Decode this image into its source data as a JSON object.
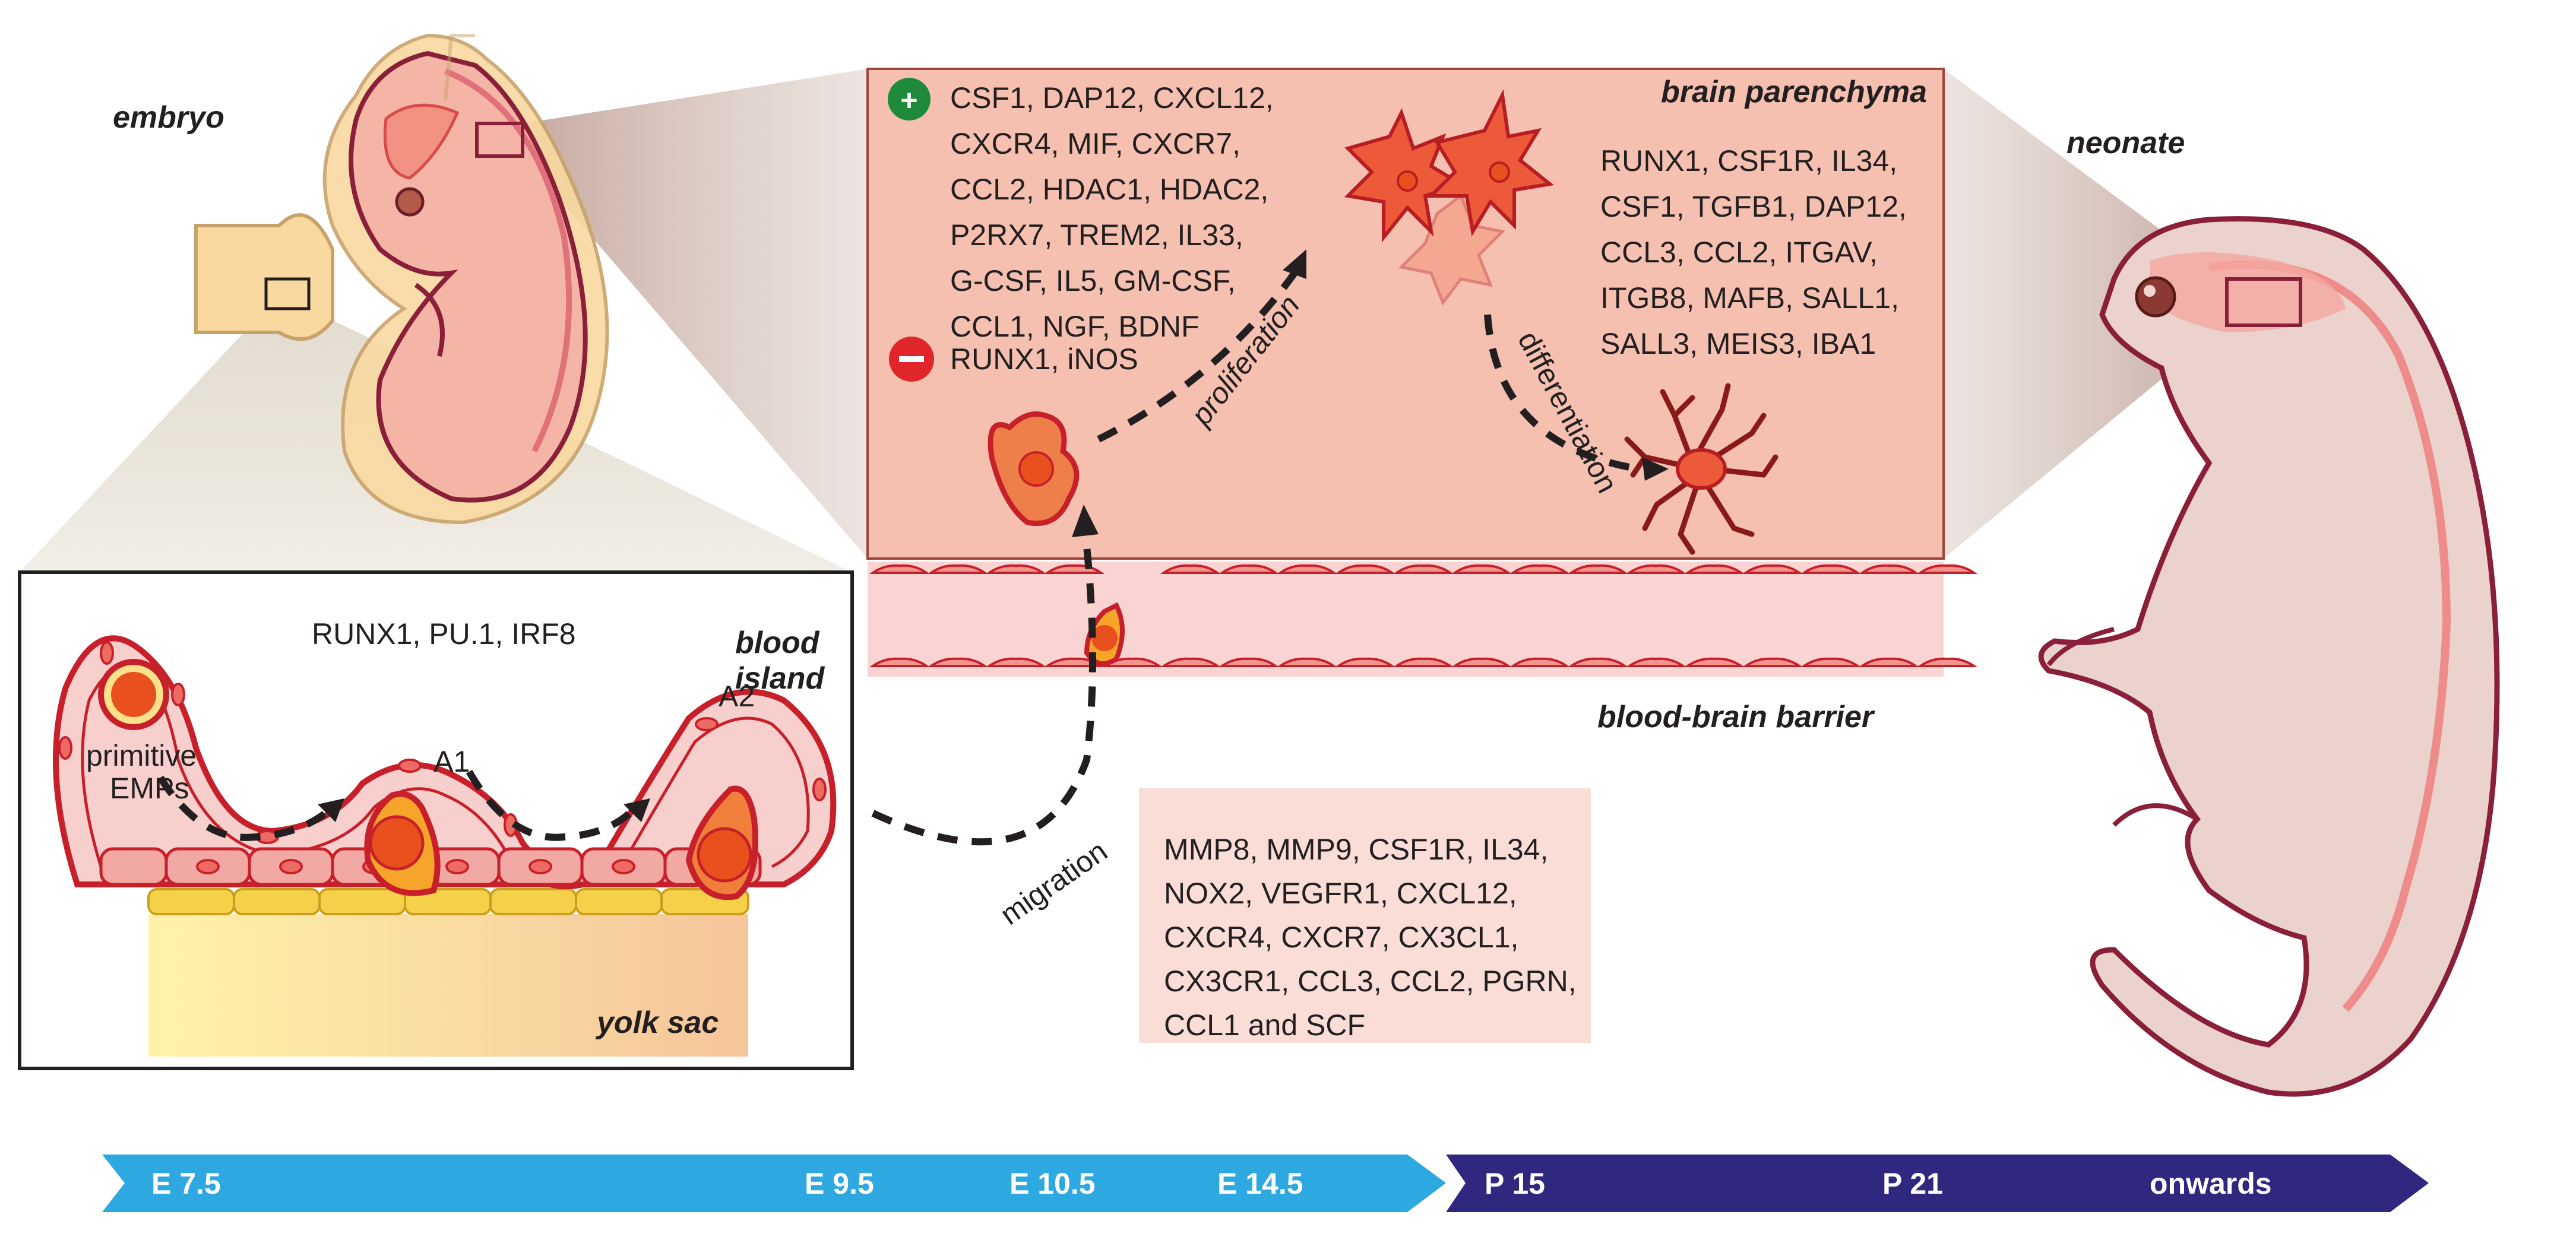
{
  "labels": {
    "embryo": "embryo",
    "neonate": "neonate",
    "brain_parenchyma": "brain parenchyma",
    "blood_brain_barrier": "blood-brain barrier",
    "blood_island_1": "blood",
    "blood_island_2": "island",
    "yolk_sac": "yolk sac",
    "primitive_1": "primitive",
    "primitive_2": "EMPs",
    "a1": "A1",
    "a2": "A2",
    "proliferation": "proliferation",
    "differentiation": "differentiation",
    "migration": "migration"
  },
  "blood_island_factors": "RUNX1, PU.1, IRF8",
  "positive_factors": [
    "CSF1, DAP12, CXCL12,",
    "CXCR4, MIF, CXCR7,",
    "CCL2, HDAC1, HDAC2,",
    "P2RX7, TREM2, IL33,",
    "G-CSF, IL5, GM-CSF,",
    "CCL1, NGF, BDNF"
  ],
  "negative_factors": "RUNX1, iNOS",
  "positive_symbol": "+",
  "negative_symbol": "−",
  "differentiation_factors": [
    "RUNX1, CSF1R, IL34,",
    "CSF1, TGFB1, DAP12,",
    "CCL3, CCL2, ITGAV,",
    "ITGB8, MAFB, SALL1,",
    "SALL3, MEIS3, IBA1"
  ],
  "migration_factors": [
    "MMP8, MMP9, CSF1R, IL34,",
    "NOX2, VEGFR1, CXCL12,",
    "CXCR4, CXCR7, CX3CL1,",
    "CX3CR1, CCL3, CCL2, PGRN,",
    "CCL1 and SCF"
  ],
  "timeline": {
    "embryonic": [
      "E 7.5",
      "E 9.5",
      "E 10.5",
      "E 14.5"
    ],
    "postnatal": [
      "P 15",
      "P 21",
      "onwards"
    ]
  },
  "colors": {
    "brain_box": "#f6c0b0",
    "migration_box": "#f9ddd6",
    "timeline_embryonic": "#2ea8e0",
    "timeline_postnatal": "#30277f",
    "positive": "#1e8a3a",
    "negative": "#e0262b",
    "cell_outline": "#c8202a"
  }
}
